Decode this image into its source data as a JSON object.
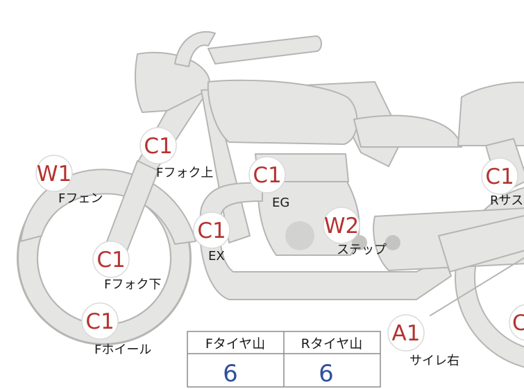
{
  "markers": [
    {
      "id": "f-fender",
      "code": "W1",
      "label": "Fフェン"
    },
    {
      "id": "f-fork-upper",
      "code": "C1",
      "label": "Fフォク上"
    },
    {
      "id": "engine",
      "code": "C1",
      "label": "EG"
    },
    {
      "id": "exhaust",
      "code": "C1",
      "label": "EX"
    },
    {
      "id": "step",
      "code": "W2",
      "label": "ステップ"
    },
    {
      "id": "r-suspension",
      "code": "C1",
      "label": "Rサス"
    },
    {
      "id": "f-fork-lower",
      "code": "C1",
      "label": "Fフォク下"
    },
    {
      "id": "f-wheel",
      "code": "C1",
      "label": "Fホイール"
    },
    {
      "id": "muffler-right",
      "code": "A1",
      "label": "サイレ右"
    },
    {
      "id": "r-wheel",
      "code": "C",
      "label": ""
    }
  ],
  "tread": {
    "front_label": "Fタイヤ山",
    "rear_label": "Rタイヤ山",
    "front_value": "6",
    "rear_value": "6"
  },
  "colors": {
    "body_fill": "#e5e6e4",
    "outline": "#b4b6b4",
    "code_text": "#b4322f",
    "value_text": "#2f4f9c"
  }
}
